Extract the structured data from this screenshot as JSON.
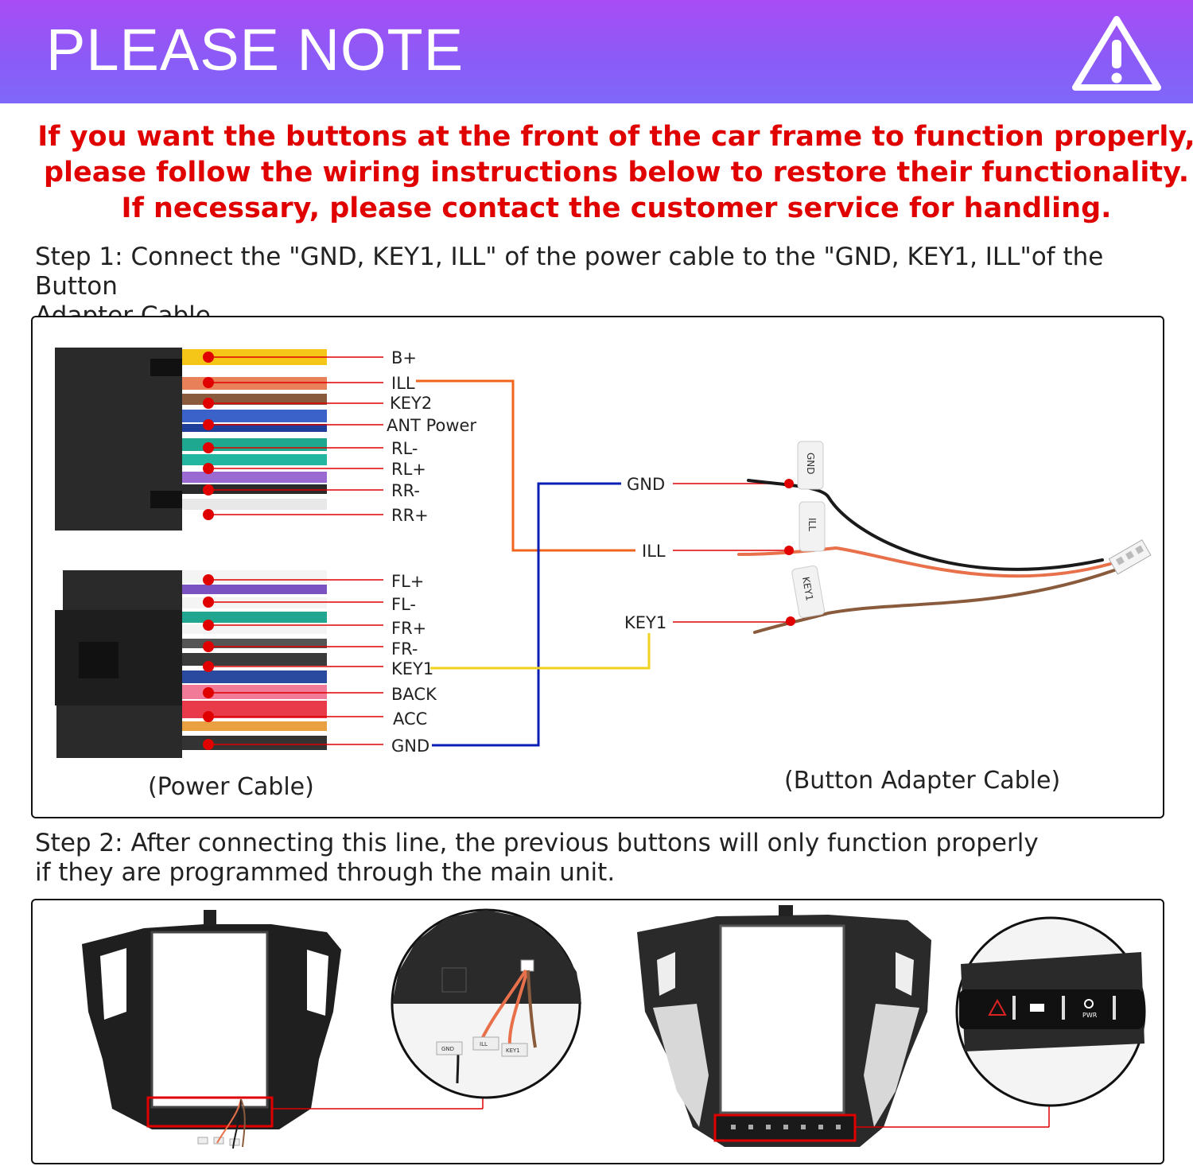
{
  "header": {
    "title": "PLEASE NOTE",
    "icon": "warning-triangle-icon"
  },
  "notice": {
    "lines": [
      "If you want the buttons at the front of the car frame to function properly,",
      "please follow the wiring instructions below to restore their functionality.",
      "If necessary, please contact the customer service for handling."
    ],
    "color": "#e00000"
  },
  "step1": {
    "line1": "Step 1: Connect the \"GND, KEY1, ILL\" of the power cable to the \"GND, KEY1, ILL\"of the Button",
    "line2": "Adapter Cable."
  },
  "power_cable": {
    "caption": "(Power Cable)",
    "top_labels": [
      "B+",
      "ILL",
      "KEY2",
      "ANT Power",
      "RL-",
      "RL+",
      "RR-",
      "RR+"
    ],
    "bottom_labels": [
      "FL+",
      "FL-",
      "FR+",
      "FR-",
      "KEY1",
      "BACK",
      "ACC",
      "GND"
    ]
  },
  "button_adapter": {
    "caption": "(Button Adapter Cable)",
    "labels": [
      "GND",
      "ILL",
      "KEY1"
    ],
    "tags": [
      "GND",
      "ILL",
      "KEY1"
    ]
  },
  "connection_colors": {
    "ill": "#f0641e",
    "gnd": "#0a1eb4",
    "key1": "#f0d21e",
    "pointer": "#e00000"
  },
  "step2": {
    "line1": "Step 2: After connecting this line, the previous buttons will only function properly",
    "line2": "if they are programmed through the main unit."
  },
  "photos": {
    "left_tags": [
      "GND",
      "ILL",
      "KEY1"
    ],
    "button_labels": [
      "PWR"
    ]
  }
}
